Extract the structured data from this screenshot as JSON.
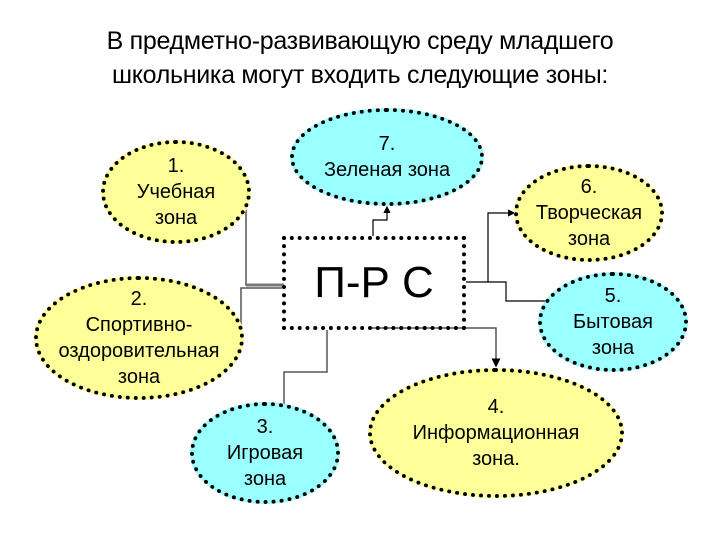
{
  "title": {
    "line1": "В предметно-развивающую среду младшего",
    "line2": "школьника могут входить следующие зоны:"
  },
  "center": {
    "label": "П-Р С"
  },
  "zones": [
    {
      "number": "1.",
      "lines": [
        "Учебная",
        "зона"
      ],
      "color": "#ffff99"
    },
    {
      "number": "2.",
      "lines": [
        "Спортивно-",
        "оздоровительная",
        "зона"
      ],
      "color": "#ffff99"
    },
    {
      "number": "3.",
      "lines": [
        "Игровая",
        "зона"
      ],
      "color": "#99ffff"
    },
    {
      "number": "4.",
      "lines": [
        "Информационная",
        "зона."
      ],
      "color": "#ffff99"
    },
    {
      "number": "5.",
      "lines": [
        "Бытовая",
        "зона"
      ],
      "color": "#99ffff"
    },
    {
      "number": "6.",
      "lines": [
        "Творческая",
        "зона"
      ],
      "color": "#ffff99"
    },
    {
      "number": "7.",
      "lines": [
        "Зеленая зона"
      ],
      "color": "#99ffff"
    }
  ]
}
